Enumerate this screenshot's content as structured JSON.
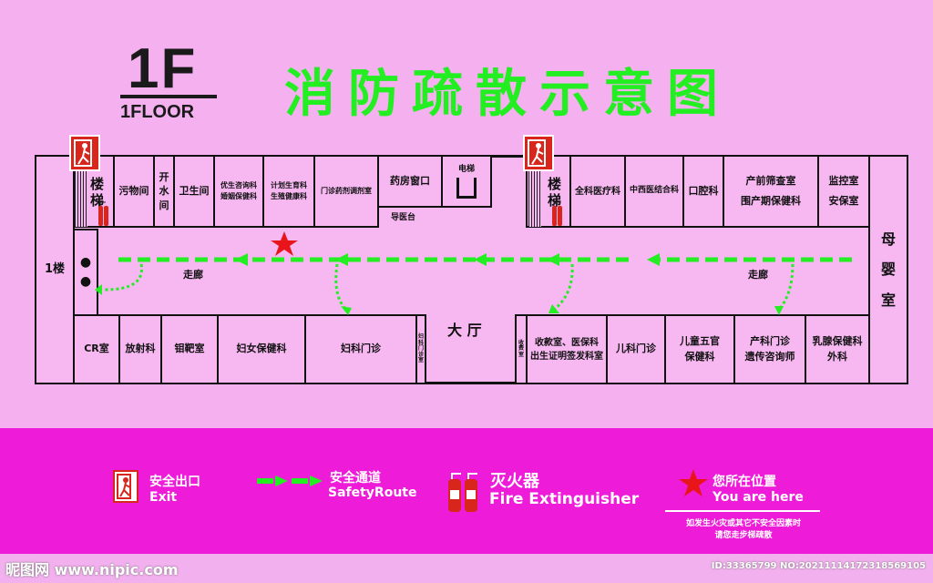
{
  "header": {
    "floor_big": "1F",
    "floor_small": "1FLOOR",
    "title": "消防疏散示意图"
  },
  "rooms_top": {
    "stair_left": "楼梯",
    "dirt": "污物间",
    "water": "开水间",
    "toilet": "卫生间",
    "eugenics": "优生咨询科\n婚姻保健科",
    "family": "计划生育科\n生殖健康科",
    "pharmacy_mix": "门诊药剂调剂室",
    "pharmacy_window": "药房窗口",
    "elevator": "电梯",
    "guide": "导医台",
    "stair_right": "楼梯",
    "general": "全科医疗科",
    "tcm": "中西医结合科",
    "dental": "口腔科",
    "prenatal": "产前筛查室\n围产期保健科",
    "monitor": "监控室\n安保室"
  },
  "rooms_bottom": {
    "cr": "CR室",
    "radiology": "放射科",
    "molybdenum": "钼靶室",
    "women": "妇女保健科",
    "gyn": "妇科门诊",
    "gyn_small": "妇科门诊室",
    "hall": "大 厅",
    "cash_small": "收费室",
    "cashier": "收款室、医保科\n出生证明签发科室",
    "pediatric": "儿科门诊",
    "child_ent": "儿童五官\n保健科",
    "obstetric": "产科门诊\n遗传咨询师",
    "breast": "乳腺保健科\n外科"
  },
  "side": {
    "first_floor": "1楼",
    "maternal": "母\n婴\n室"
  },
  "corridor_left": "走廊",
  "corridor_right": "走廊",
  "legend": {
    "exit_cn": "安全出口",
    "exit_en": "Exit",
    "route_cn": "安全通道",
    "route_en": "SafetyRoute",
    "ext_cn": "灭火器",
    "ext_en": "Fire Extinguisher",
    "here_cn": "您所在位置",
    "here_en": "You are here",
    "warning": "如发生火灾或其它不安全因素时\n请您走步梯疏散"
  },
  "footer": {
    "site": "昵图网 www.nipic.com",
    "id": "ID:33365799 NO:20211114172318569105"
  },
  "colors": {
    "background": "#f5b0f0",
    "title_green": "#22ee22",
    "route_green": "#22ee22",
    "band_magenta": "#ee1cd8",
    "exit_red": "#d9261c",
    "star_red": "#e8161b"
  }
}
